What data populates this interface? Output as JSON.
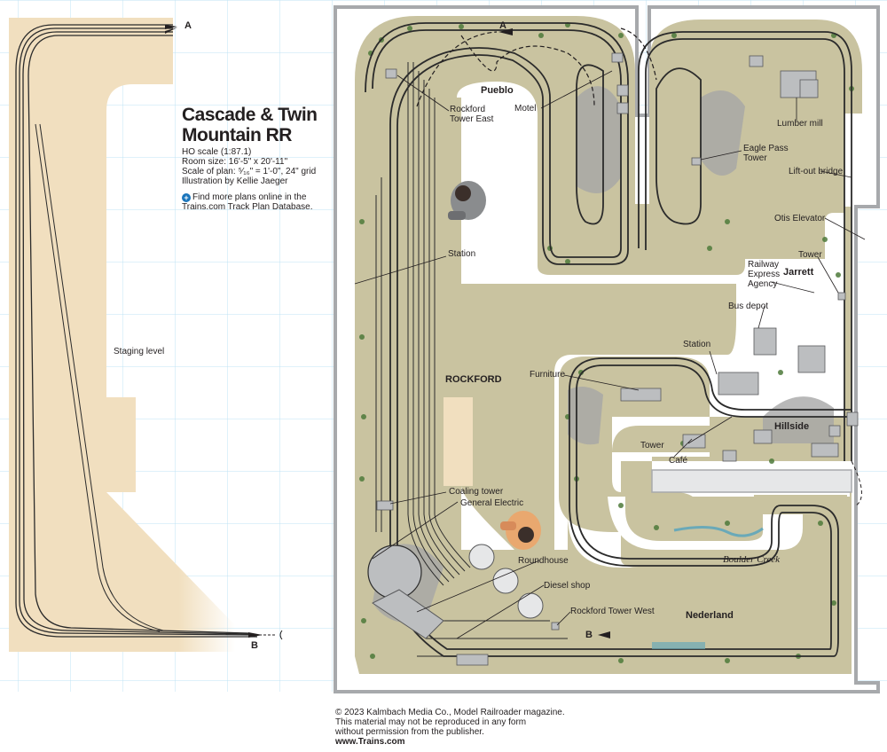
{
  "title": {
    "line1": "Cascade & Twin",
    "line2": "Mountain RR"
  },
  "info": {
    "scale": "HO scale (1:87.1)",
    "room": "Room size: 16'-5\" x 20'-11\"",
    "plan_scale": "Scale of plan: ⁵⁄₁₆\" = 1'-0\", 24\" grid",
    "illustrator": "Illustration by Kellie Jaeger",
    "more_plans": "Find more plans online in the Trains.com Track Plan Database."
  },
  "staging": {
    "label": "Staging level",
    "marker_a": "A",
    "marker_b": "B"
  },
  "labels": {
    "marker_a": "A",
    "marker_b": "B",
    "pueblo": "Pueblo",
    "rockford_tower_east": "Rockford Tower East",
    "motel": "Motel",
    "lumber_mill": "Lumber mill",
    "eagle_pass_tower": "Eagle Pass Tower",
    "lift_out_bridge": "Lift-out bridge",
    "otis_elevator": "Otis Elevator",
    "tower_jarrett": "Tower",
    "jarrett": "Jarrett",
    "railway_express": "Railway Express Agency",
    "bus_depot": "Bus depot",
    "station_hillside": "Station",
    "furniture": "Furniture",
    "hillside": "Hillside",
    "tower_hillside": "Tower",
    "cafe": "Café",
    "station_rockford": "Station",
    "rockford": "ROCKFORD",
    "coaling_tower": "Coaling tower",
    "general_electric": "General Electric",
    "roundhouse": "Roundhouse",
    "diesel_shop": "Diesel shop",
    "rockford_tower_west": "Rockford Tower West",
    "nederland": "Nederland",
    "boulder_creek": "Boulder Creek"
  },
  "credit": {
    "copyright": "© 2023 Kalmbach Media Co., Model Railroader magazine.",
    "line2": "This material may not be reproduced in any form",
    "line3": "without permission from the publisher.",
    "url": "www.Trains.com"
  },
  "colors": {
    "grid": "#bfe3f4",
    "staging_fill": "#f1dfbf",
    "scenery": "#c9c3a0",
    "rock": "#a6a6a6",
    "track": "#2b2b2b",
    "wall": "#a7a9ac",
    "accent_blue": "#1a75bb"
  }
}
